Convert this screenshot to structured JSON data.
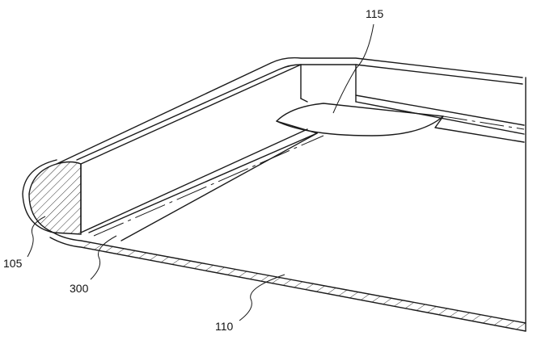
{
  "figure": {
    "reference_numerals": {
      "r115": "115",
      "r105": "105",
      "r300": "300",
      "r110": "110"
    }
  }
}
